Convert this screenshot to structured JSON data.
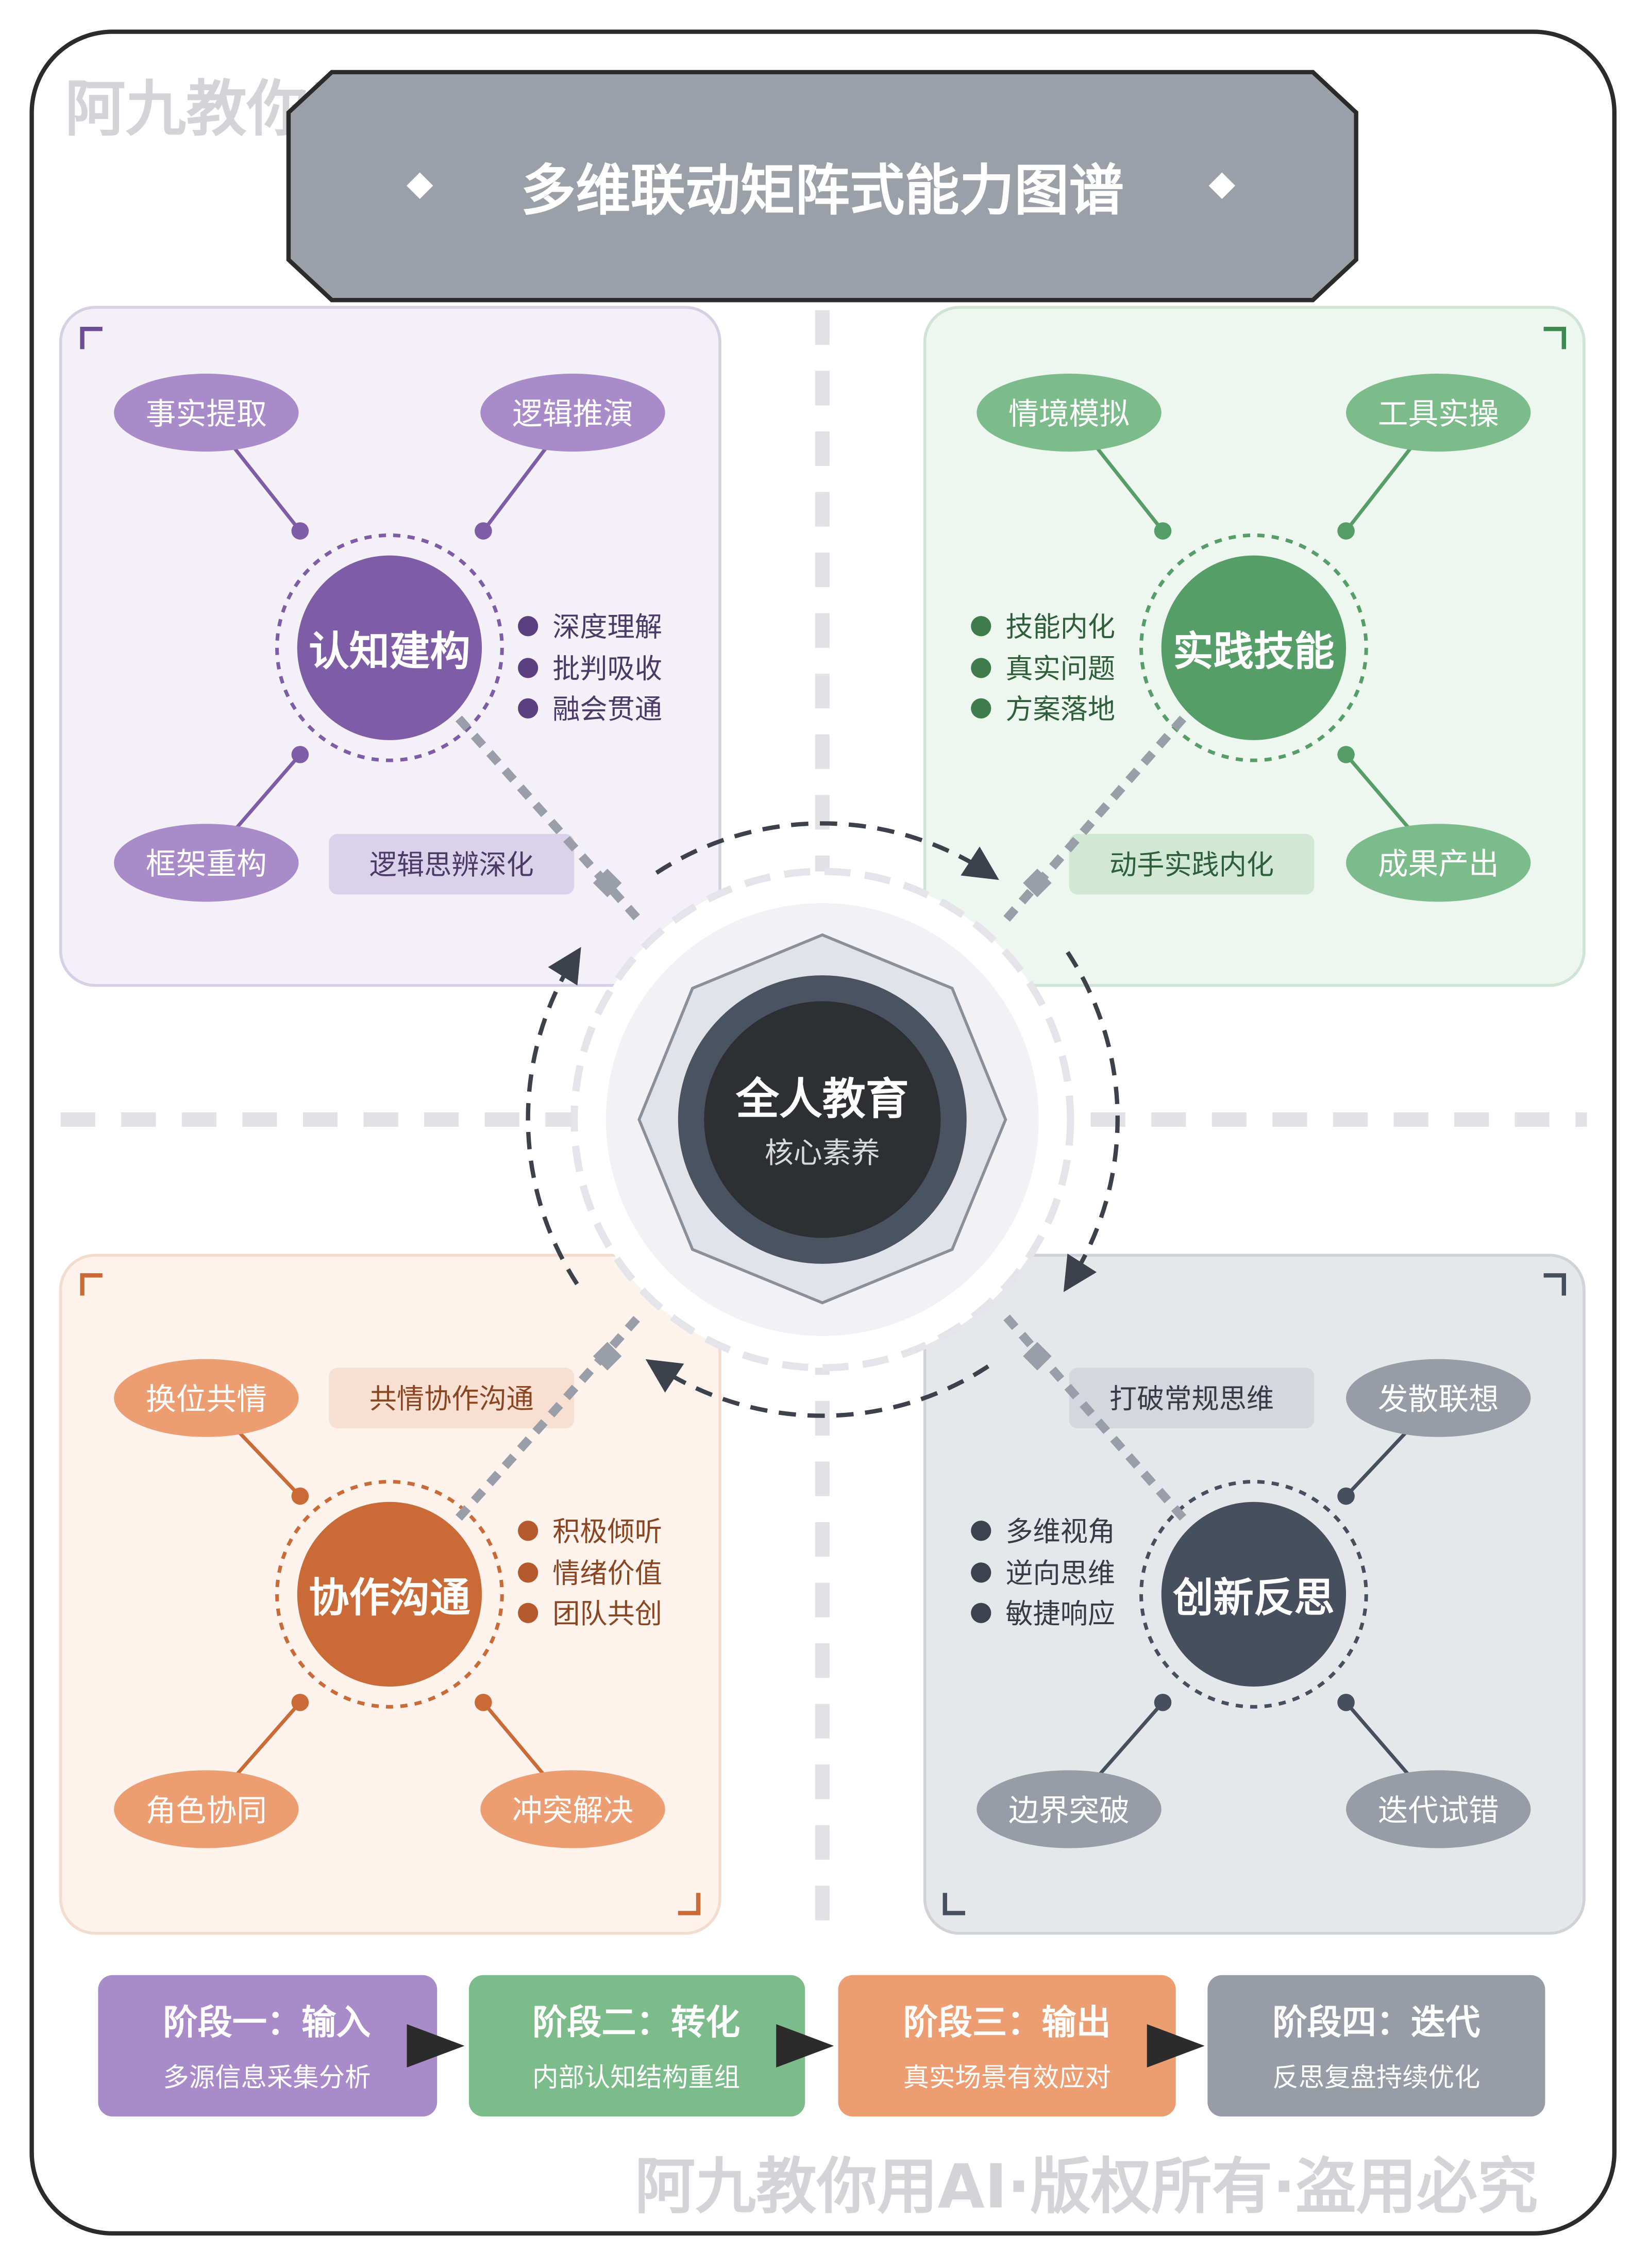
{
  "watermark": "阿九教你用AI·版权所有·盗用必究",
  "title": "多维联动矩阵式能力图谱",
  "center": {
    "title": "全人教育",
    "subtitle": "核心素养"
  },
  "colors": {
    "purple": "#7e5ca6",
    "purple_light": "#a98bc9",
    "purple_bg": "#f3f0f8",
    "green": "#569e67",
    "green_light": "#7cbb8a",
    "green_bg": "#edf6ef",
    "orange": "#c96a37",
    "orange_light": "#ec9e72",
    "orange_bg": "#fdf3ec",
    "slate": "#474f5e",
    "slate_light": "#989ca6",
    "slate_bg": "#e6e7eb",
    "title_bar": "#9ba0a8",
    "center_dark": "#2e2f33"
  },
  "quadrants": {
    "cognition": {
      "hub": "认知建构",
      "nodes": [
        "事实提取",
        "逻辑推演",
        "框架重构"
      ],
      "bullets": [
        "深度理解",
        "批判吸收",
        "融会贯通"
      ],
      "tag": "逻辑思辨深化"
    },
    "practice": {
      "hub": "实践技能",
      "nodes": [
        "情境模拟",
        "工具实操",
        "成果产出"
      ],
      "bullets": [
        "技能内化",
        "真实问题",
        "方案落地"
      ],
      "tag": "动手实践内化"
    },
    "collaboration": {
      "hub": "协作沟通",
      "nodes": [
        "换位共情",
        "角色协同",
        "冲突解决"
      ],
      "bullets": [
        "积极倾听",
        "情绪价值",
        "团队共创"
      ],
      "tag": "共情协作沟通"
    },
    "innovation": {
      "hub": "创新反思",
      "nodes": [
        "发散联想",
        "边界突破",
        "迭代试错"
      ],
      "bullets": [
        "多维视角",
        "逆向思维",
        "敏捷响应"
      ],
      "tag": "打破常规思维"
    }
  },
  "stages": [
    {
      "title": "阶段一：输入",
      "subtitle": "多源信息采集分析"
    },
    {
      "title": "阶段二：转化",
      "subtitle": "内部认知结构重组"
    },
    {
      "title": "阶段三：输出",
      "subtitle": "真实场景有效应对"
    },
    {
      "title": "阶段四：迭代",
      "subtitle": "反思复盘持续优化"
    }
  ]
}
